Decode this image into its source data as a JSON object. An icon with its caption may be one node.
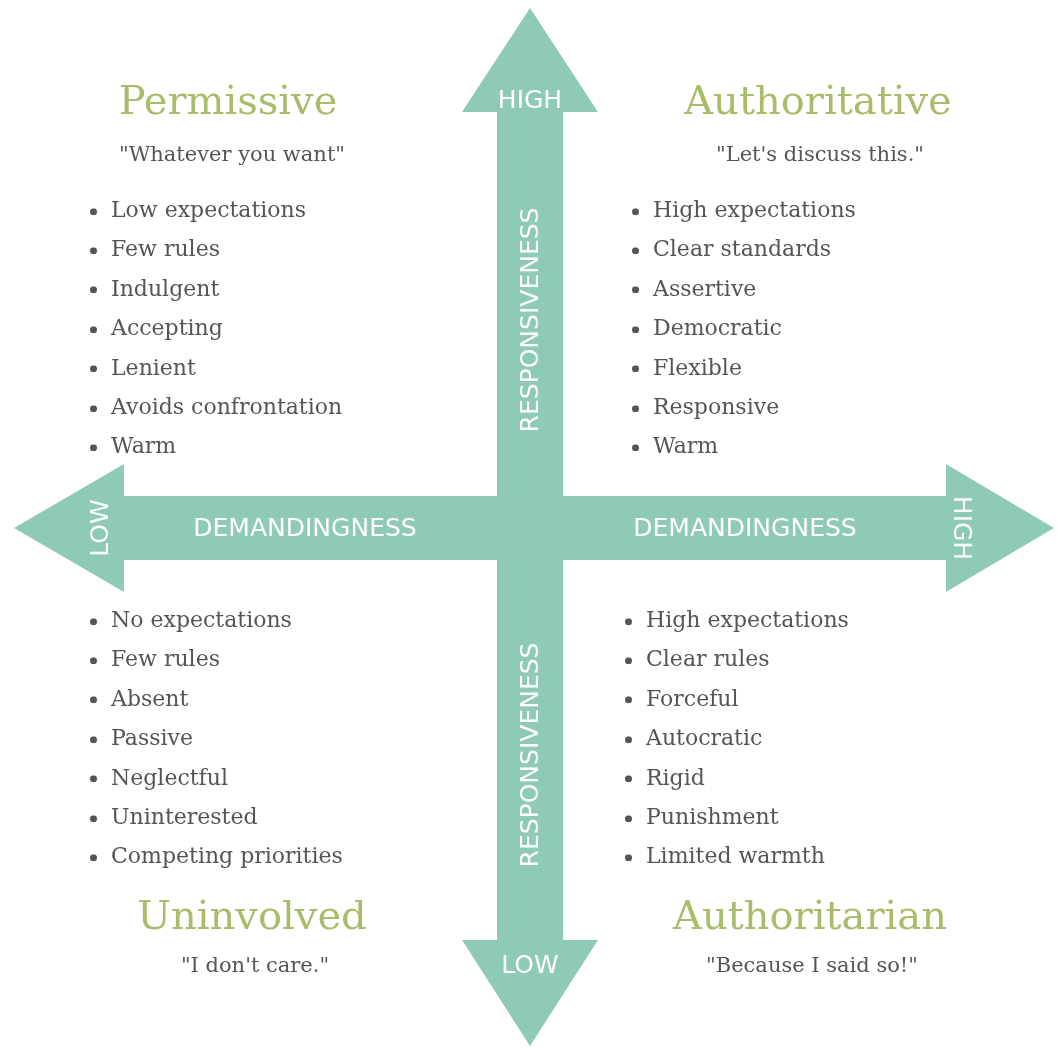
{
  "diagram": {
    "labels": [
      "Permissive",
      "\"Whatever you want\"",
      "Low expectations",
      "Few rules",
      "Indulgent",
      "Accepting",
      "Lenient",
      "Avoids confrontation",
      "Warm",
      "HIGH",
      "RESPONSIVENESS",
      "Authoritative",
      "\"Let's discuss this.\"",
      "High expectations",
      "Clear standards",
      "Assertive",
      "Democratic",
      "Flexible",
      "Responsive",
      "Warm",
      "LOW",
      "DEMANDINGNESS",
      "DEMANDINGNESS",
      "HIGH",
      "No expectations",
      "Few rules",
      "Absent",
      "Passive",
      "Neglectful",
      "Uninterested",
      "Competing priorities",
      "RESPONSIVENESS",
      "High expectations",
      "Clear rules",
      "Forceful",
      "Autocratic",
      "Rigid",
      "Punishment",
      "Limited warmth",
      "Uninvolved",
      "\"I don't care.\"",
      "LOW",
      "Authoritarian",
      "\"Because I said so!\""
    ]
  }
}
